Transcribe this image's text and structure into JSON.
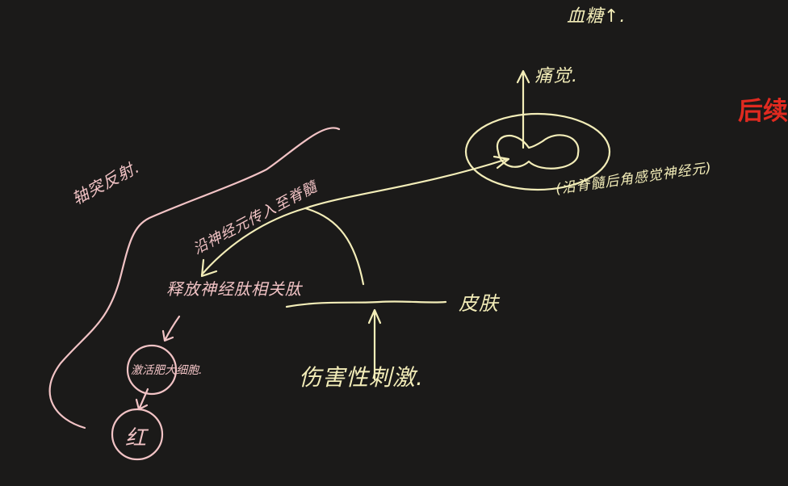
{
  "labels": {
    "blood_sugar": "血糖↑.",
    "pain": "痛觉.",
    "follow_up": "后续",
    "spinal_tract": "(沿脊髓后角感觉神经元)",
    "skin": "皮肤",
    "noxious_stimulus": "伤害性刺激.",
    "neuropeptide": "释放神经肽相关肽",
    "mast_cell": "激活肥大细胞.",
    "red": "红",
    "axon_reflex": "轴突反射.",
    "afferent_path": "沿神经元传入至脊髓"
  },
  "colors": {
    "background": "#1b1a19",
    "yellow_ink": "#f3edb8",
    "pink_ink": "#f2c3c5",
    "red_title": "#e02a20"
  }
}
